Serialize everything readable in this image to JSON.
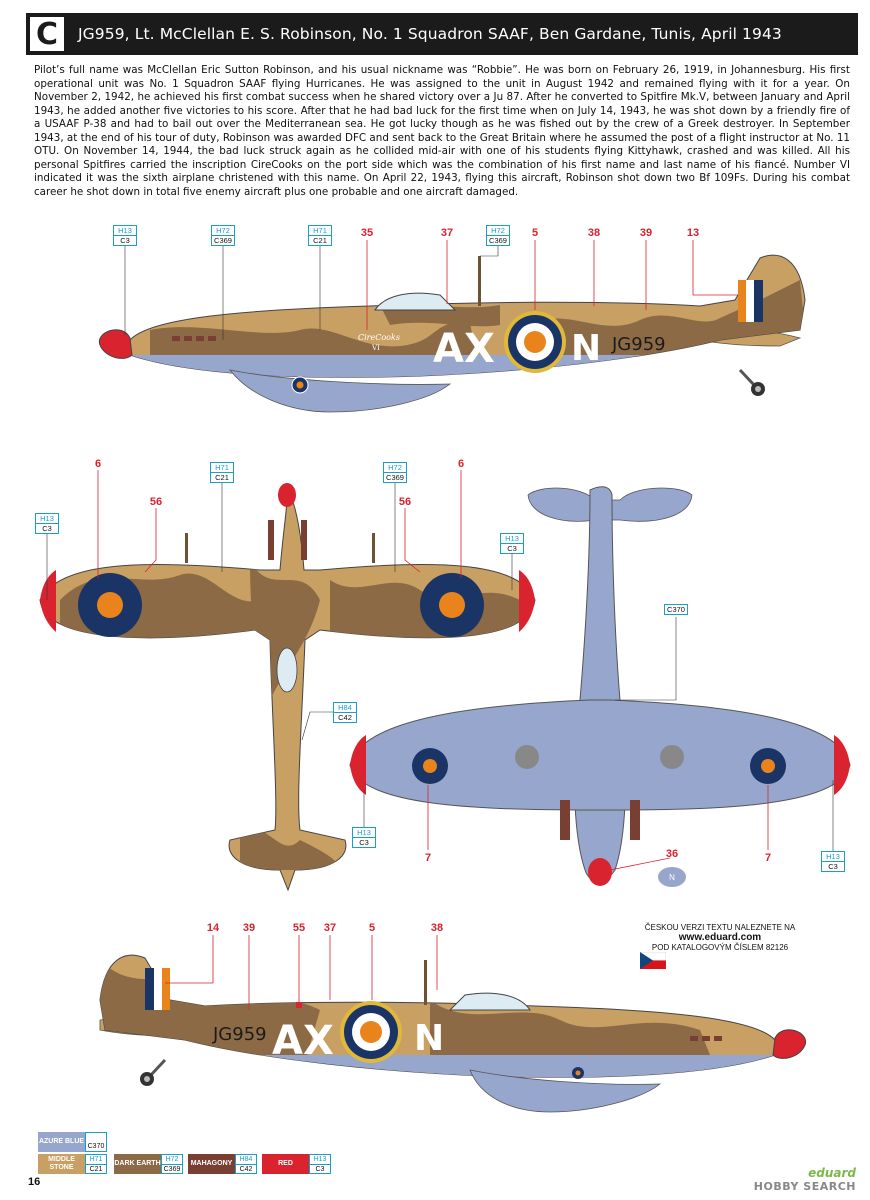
{
  "header": {
    "profile_letter": "C",
    "title": "JG959, Lt. McClellan E. S. Robinson, No. 1 Squadron SAAF, Ben Gardane, Tunis, April 1943"
  },
  "biography": "Pilot’s full name was McClellan Eric Sutton Robinson, and his usual nickname was “Robbie”. He was born on February 26, 1919, in Johannesburg. His first operational unit was No. 1 Squadron SAAF flying Hurricanes. He was assigned to the unit in August 1942 and remained flying with it for a year. On November 2, 1942, he achieved his first combat success when he shared victory over a Ju 87. After he converted to Spitfire Mk.V, between January and April 1943, he added another five victories to his score. After that he had bad luck for the first time when on July 14, 1943, he was shot down by a friendly fire of a USAAF P-38 and had to bail out over the Mediterranean sea. He got lucky though as he was fished out by the crew of a Greek destroyer. In September 1943, at the end of his tour of duty, Robinson was awarded DFC and sent back to the Great Britain where he assumed the post of a flight instructor at No. 11 OTU. On November 14, 1944, the bad luck struck again as he collided mid-air with one of his students flying Kittyhawk, crashed and was killed. All his personal Spitfires carried the inscription CireCooks on the port side which was the combination of his first name and last name of his fiancé. Number VI indicated it was the sixth airplane christened with this name. On April 22, 1943, flying this aircraft, Robinson shot down two Bf 109Fs. During his combat career he shot down in total five enemy aircraft plus one probable and one aircraft damaged.",
  "aircraft_markings": {
    "code_left": "AX",
    "code_right": "N",
    "serial": "JG959",
    "nose_art": "CireCooks",
    "nose_art_numeral": "VI",
    "north_label": "N"
  },
  "paint_codes": {
    "h13": {
      "h": "H13",
      "c": "C3"
    },
    "h72": {
      "h": "H72",
      "c": "C369"
    },
    "h71": {
      "h": "H71",
      "c": "C21"
    },
    "h84": {
      "h": "H84",
      "c": "C42"
    },
    "c370": {
      "c": "C370"
    }
  },
  "callouts": {
    "n35": "35",
    "n37": "37",
    "n5": "5",
    "n38": "38",
    "n39": "39",
    "n13": "13",
    "n6": "6",
    "n56": "56",
    "n7": "7",
    "n36": "36",
    "n14": "14",
    "n55": "55"
  },
  "czech_note": {
    "line1": "ČESKOU VERZI TEXTU NALEZNETE NA",
    "url": "www.eduard.com",
    "line3": "POD KATALOGOVÝM ČÍSLEM 82126"
  },
  "legend": [
    {
      "name": "AZURE BLUE",
      "h": "",
      "c": "C370",
      "color": "#97a6cc"
    },
    {
      "name": "MIDDLE STONE",
      "h": "H71",
      "c": "C21",
      "color": "#c9a063"
    },
    {
      "name": "DARK EARTH",
      "h": "H72",
      "c": "C369",
      "color": "#8c6a45"
    },
    {
      "name": "MAHAGONY",
      "h": "H84",
      "c": "C42",
      "color": "#7a3f33"
    },
    {
      "name": "RED",
      "h": "H13",
      "c": "C3",
      "color": "#d9232f"
    }
  ],
  "footer": {
    "page_number": "16",
    "brand_top": "eduard",
    "brand_bottom": "HOBBY SEARCH"
  }
}
